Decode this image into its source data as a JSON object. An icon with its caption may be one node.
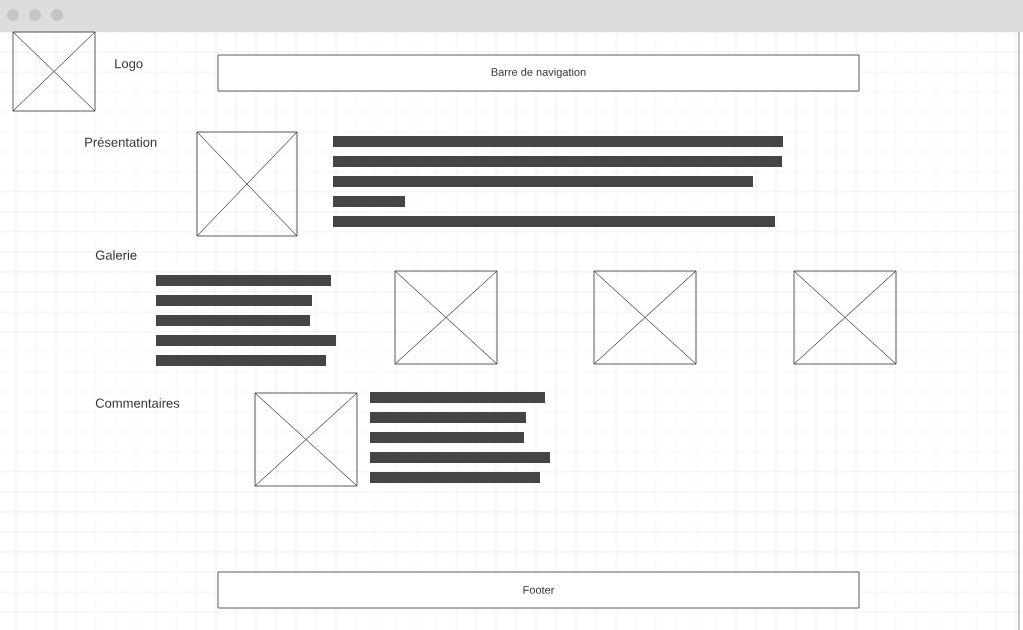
{
  "diagram": {
    "nodes": [
      {
        "text": [
          "Barre de navigation"
        ]
      },
      {
        "text": [
          "Footer"
        ]
      }
    ],
    "labels": [
      "Logo",
      "Présentation",
      "Galerie",
      "Commentaires"
    ]
  }
}
